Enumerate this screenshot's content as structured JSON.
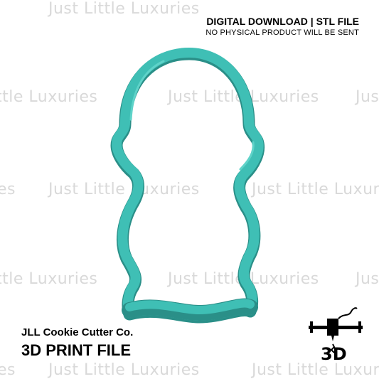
{
  "watermark": {
    "text": "Just Little Luxuries",
    "text_fragment_left": "ttle Luxuries",
    "text_fragment_right": "Just Little Lux",
    "text_fragment_cut_left": "es",
    "text_fragment_cut_right": "Jus",
    "color": "#d9d9d9"
  },
  "header": {
    "title": "DIGITAL DOWNLOAD | STL FILE",
    "subtitle": "NO PHYSICAL PRODUCT WILL BE SENT"
  },
  "footer": {
    "company": "JLL Cookie Cutter Co.",
    "title": "3D PRINT FILE"
  },
  "icon": {
    "name": "3d-printer-icon",
    "label": "3D"
  },
  "colors": {
    "cutter_main": "#3fbfb5",
    "cutter_dark": "#2a8f88",
    "cutter_light": "#5fd3c9"
  }
}
